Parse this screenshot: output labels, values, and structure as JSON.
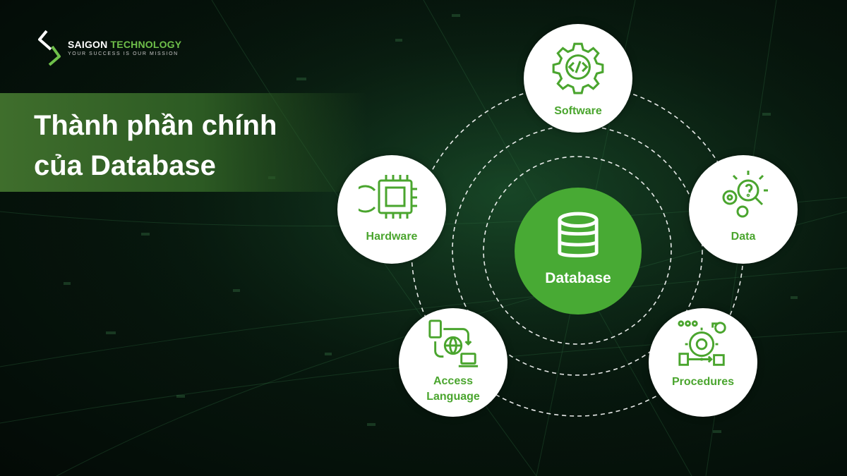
{
  "brand": {
    "name_part1": "SAIGON",
    "name_part2": "TECHNOLOGY",
    "tagline": "YOUR SUCCESS IS OUR MISSION",
    "logo_icon": "saigon-technology-logo-icon"
  },
  "heading": {
    "line1": "Thành phần chính",
    "line2": "của Database"
  },
  "diagram": {
    "center": {
      "label": "Database",
      "icon": "database-icon"
    },
    "components": [
      {
        "label": "Software",
        "icon": "gear-code-icon"
      },
      {
        "label": "Hardware",
        "icon": "cpu-chip-icon"
      },
      {
        "label": "Data",
        "icon": "data-analysis-icon"
      },
      {
        "label": "Access",
        "label2": "Language",
        "icon": "access-language-icon"
      },
      {
        "label": "Procedures",
        "icon": "procedures-icon"
      }
    ]
  },
  "colors": {
    "accent_green": "#48aa34",
    "label_green": "#4aa52e",
    "background": "#07180e",
    "title_band": "#3f6e2c"
  }
}
